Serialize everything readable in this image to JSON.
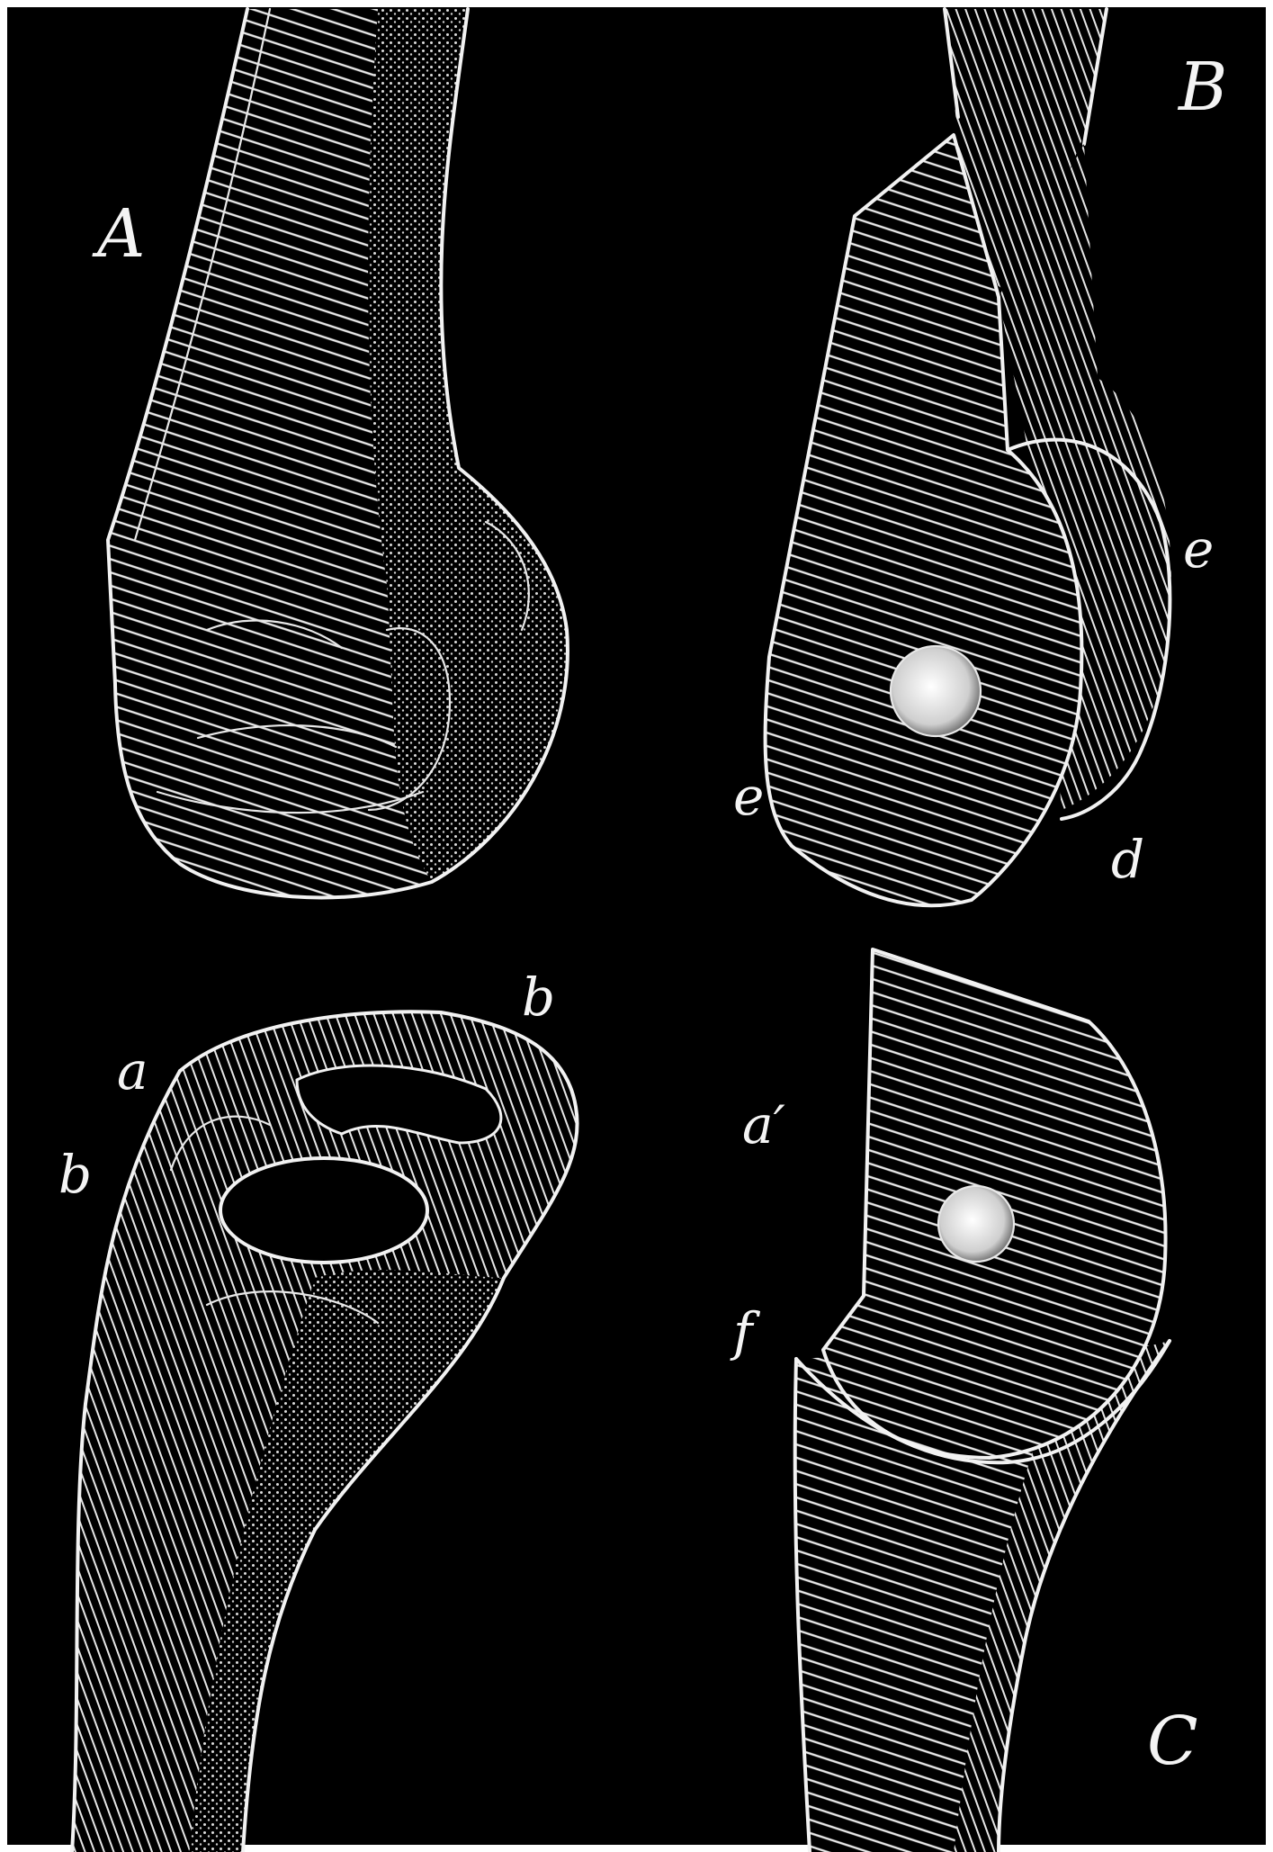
{
  "figure": {
    "background": "#000000",
    "ink": "#f2f2f2",
    "labels": {
      "A": "A",
      "B": "B",
      "C": "C",
      "a": "a",
      "a_prime": "a′",
      "b_left": "b",
      "b_right": "b",
      "d": "d",
      "e_left": "e",
      "e_right": "e",
      "f": "f"
    }
  }
}
